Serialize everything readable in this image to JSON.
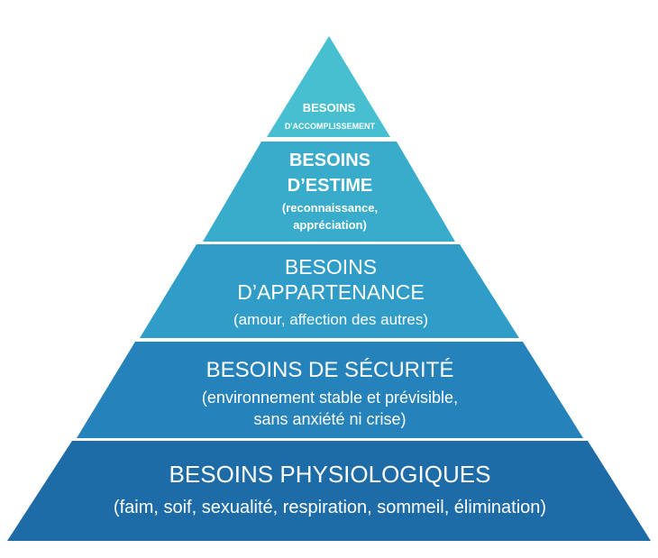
{
  "colors": {
    "level_1": "#47bfd0",
    "level_2": "#3aaccb",
    "level_3": "#2f9dc7",
    "level_4": "#2582ba",
    "level_5": "#1d6ca7",
    "text": "#ffffff"
  },
  "levels": [
    {
      "title_line_1": "BESOINS",
      "title_line_2": "D'ACCOMPLISSEMENT"
    },
    {
      "title_line_1": "BESOINS",
      "title_line_2": "D’ESTIME",
      "detail_line_1": "(reconnaissance,",
      "detail_line_2": "appréciation)"
    },
    {
      "title_line_1": "BESOINS",
      "title_line_2": "D’APPARTENANCE",
      "detail_line_1": "(amour, affection des autres)"
    },
    {
      "title_line_1": "BESOINS DE SÉCURITÉ",
      "detail_line_1": "(environnement stable et prévisible,",
      "detail_line_2": "sans anxiété ni crise)"
    },
    {
      "title_line_1": "BESOINS PHYSIOLOGIQUES",
      "detail_line_1": "(faim, soif, sexualité, respiration, sommeil, élimination)"
    }
  ]
}
